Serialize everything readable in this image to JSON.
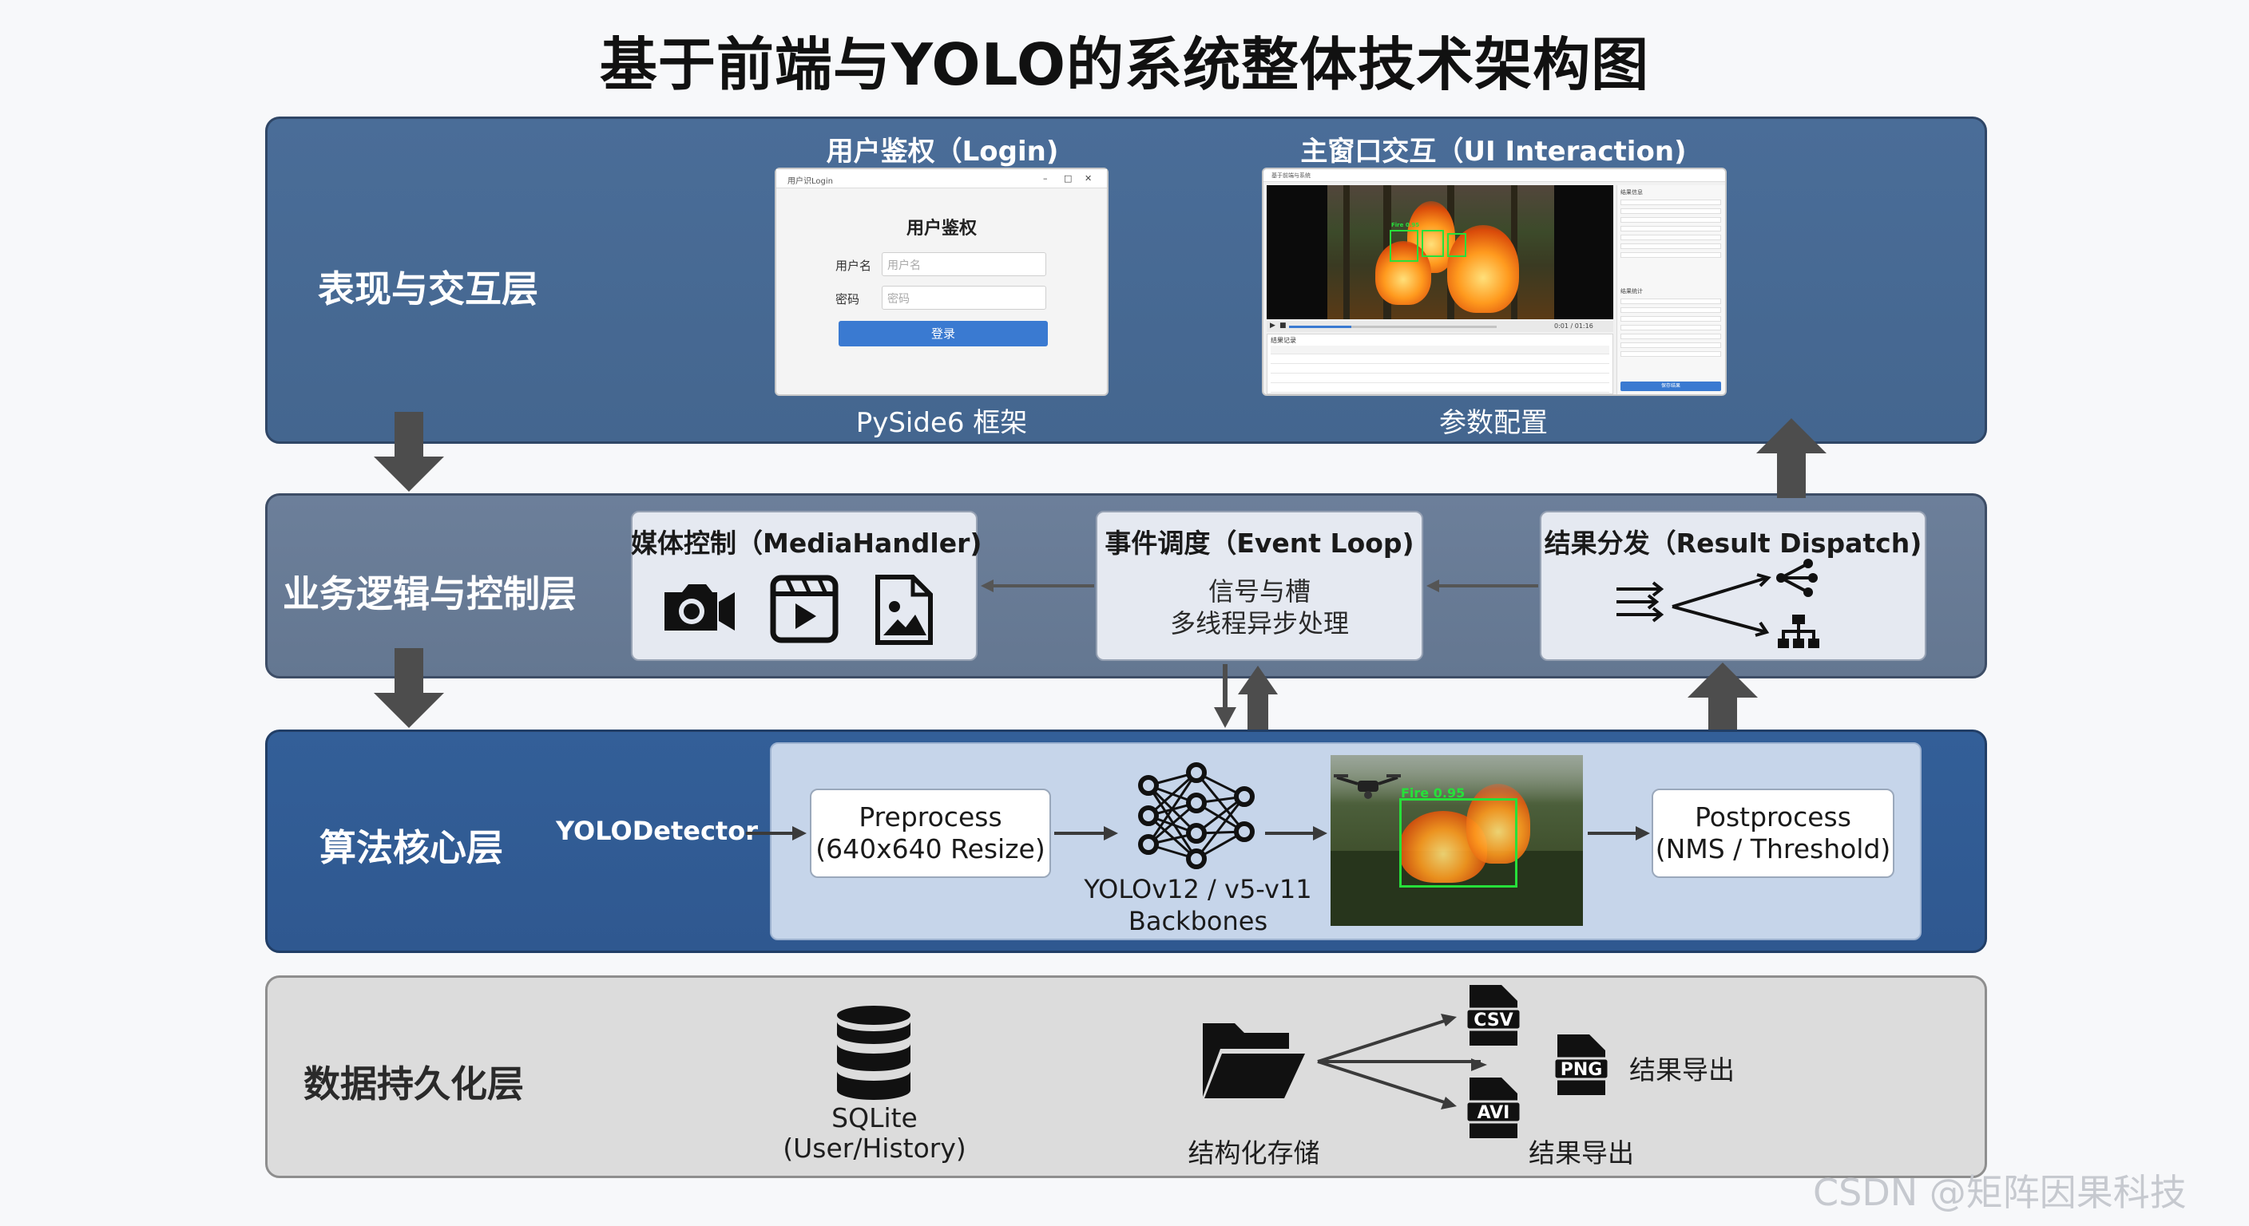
{
  "title": "基于前端与YOLO的系统整体技术架构图",
  "layers": {
    "presentation": {
      "label": "表现与交互层",
      "login_caption": "用户鉴权（Login)",
      "main_caption": "主窗口交互（UI Interaction)",
      "login_footer": "PySide6 框架",
      "main_footer": "参数配置",
      "login_window": {
        "window_title": "用户识Login",
        "heading": "用户鉴权",
        "username_label": "用户名",
        "username_placeholder": "用户名",
        "password_label": "密码",
        "password_placeholder": "密码",
        "login_button": "登录"
      },
      "main_window": {
        "window_title": "基于前端与系统",
        "time_readout": "0:01 / 01:16",
        "result_title": "结果记录",
        "side_title": "结果信息",
        "side_subtitle": "结果统计",
        "side_button": "保存结果",
        "detection_label": "Fire 0.95",
        "progress": 0.3
      }
    },
    "business": {
      "label": "业务逻辑与控制层",
      "media_title": "媒体控制（MediaHandler)",
      "event_title": "事件调度（Event Loop)",
      "event_line1": "信号与槽",
      "event_line2": "多线程异步处理",
      "dispatch_title": "结果分发（Result Dispatch)"
    },
    "algorithm": {
      "label": "算法核心层",
      "detector_label": "YOLODetector",
      "preprocess_line1": "Preprocess",
      "preprocess_line2": "(640x640 Resize)",
      "backbone_line1": "YOLOv12 / v5-v11",
      "backbone_line2": "Backbones",
      "detection_label": "Fire 0.95",
      "postprocess_line1": "Postprocess",
      "postprocess_line2": "(NMS / Threshold)"
    },
    "data": {
      "label": "数据持久化层",
      "sqlite_line1": "SQLite",
      "sqlite_line2": "(User/History)",
      "storage_label": "结构化存储",
      "csv_label": "CSV",
      "png_label": "PNG",
      "avi_label": "AVI",
      "export_label_right": "结果导出",
      "export_label_bottom": "结果导出"
    }
  },
  "watermark": "CSDN @矩阵因果科技",
  "colors": {
    "presentation_bg": "#4a6d98",
    "business_bg": "#6c7f9a",
    "algorithm_bg": "#335f98",
    "data_bg": "#dcdcdc",
    "arrow": "#4d4d4d",
    "detection": "#26e03a"
  }
}
